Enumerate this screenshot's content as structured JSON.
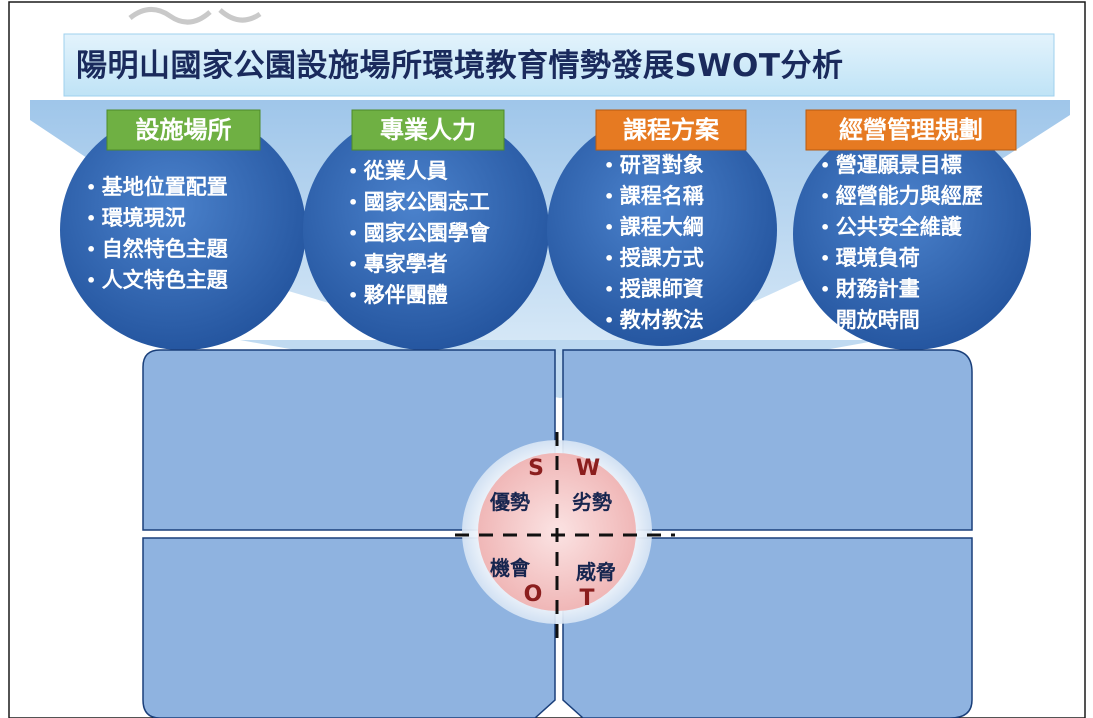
{
  "title": "陽明山國家公園設施場所環境教育情勢發展SWOT分析",
  "categories": [
    {
      "label": "設施場所",
      "color": "#7ab648",
      "items": [
        "基地位置配置",
        "環境現況",
        "自然特色主題",
        "人文特色主題"
      ]
    },
    {
      "label": "專業人力",
      "color": "#7ab648",
      "items": [
        "從業人員",
        "國家公園志工",
        "國家公園學會",
        "專家學者",
        "夥伴團體"
      ]
    },
    {
      "label": "課程方案",
      "color": "#e67e22",
      "items": [
        "研習對象",
        "課程名稱",
        "課程大綱",
        "授課方式",
        "授課師資",
        "教材教法"
      ]
    },
    {
      "label": "經營管理規劃",
      "color": "#e67e22",
      "items": [
        "營運願景目標",
        "經營能力與經歷",
        "公共安全維護",
        "環境負荷",
        "財務計畫",
        "開放時間"
      ]
    }
  ],
  "swot": {
    "s_letter": "S",
    "s_word": "優勢",
    "w_letter": "W",
    "w_word": "劣勢",
    "o_letter": "O",
    "o_word": "機會",
    "t_letter": "T",
    "t_word": "威脅"
  },
  "colors": {
    "title_bg": "#cdeaf8",
    "circle": "#2f66b3",
    "panel": "#8fb3e0",
    "swot_circle": "#f3c4c4"
  }
}
